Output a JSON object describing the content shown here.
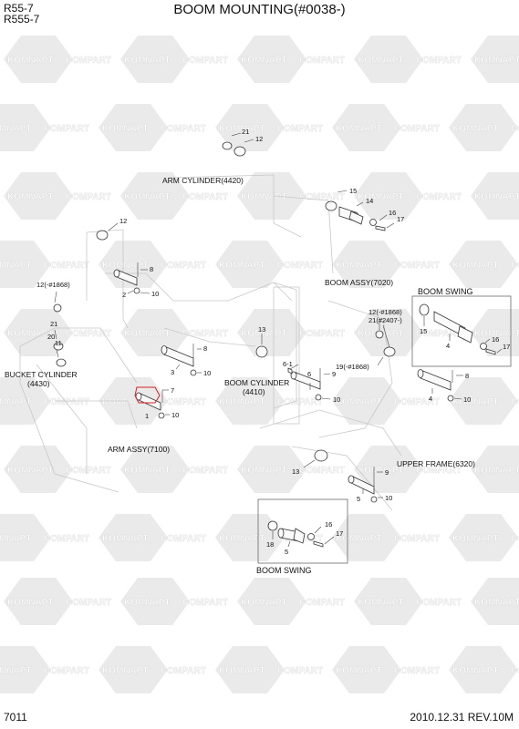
{
  "header": {
    "model_line_1": "R55-7",
    "model_line_2": "R555-7",
    "title": "BOOM MOUNTING(#0038-)"
  },
  "footer": {
    "page_number": "7011",
    "revision": "2010.12.31  REV.10M"
  },
  "watermark": {
    "brand_ru": "KOMNAPT",
    "brand_en": "COMPART"
  },
  "assembly_labels": {
    "arm_cylinder": "ARM CYLINDER(4420)",
    "boom_assy": "BOOM ASSY(7020)",
    "bucket_cylinder_line_1": "BUCKET CYLINDER",
    "bucket_cylinder_line_2": "(4430)",
    "boom_cylinder_line_1": "BOOM CYLINDER",
    "boom_cylinder_line_2": "(4410)",
    "arm_assy": "ARM ASSY(7100)",
    "upper_frame": "UPPER FRAME(6320)",
    "boom_swing_top": "BOOM SWING",
    "boom_swing_bottom": "BOOM SWING"
  },
  "callouts": {
    "c21_top": "21",
    "c12_top": "12",
    "c15_top": "15",
    "c14_top": "14",
    "c16_top": "16",
    "c17_top": "17",
    "c12_left": "12",
    "c8_a": "8",
    "c2": "2",
    "c10_a": "10",
    "c12_1868_left": "12(-#1868)",
    "c21_left": "21",
    "c20": "20",
    "c11": "11",
    "c13_mid": "13",
    "c8_b": "8",
    "c3": "3",
    "c10_b": "10",
    "c7": "7",
    "c1": "1",
    "c10_c": "10",
    "c12_1868_right": "12(-#1868)",
    "c21_2407": "21(#2407-)",
    "c19_1868": "19(-#1868)",
    "c9_a": "9",
    "c61": "6-1",
    "c6": "6",
    "c10_d": "10",
    "c15_swing": "15",
    "c4_swing": "4",
    "c16_swing": "16",
    "c17_swing": "17",
    "c8_c": "8",
    "c4": "4",
    "c10_e": "10",
    "c13_low": "13",
    "c9_b": "9",
    "c5": "5",
    "c10_f": "10",
    "c16_low": "16",
    "c17_low": "17",
    "c18": "18",
    "c5_low": "5"
  },
  "colors": {
    "ink": "#111111",
    "watermark_fill": "#d9d9d9",
    "highlight": "#d22020"
  }
}
